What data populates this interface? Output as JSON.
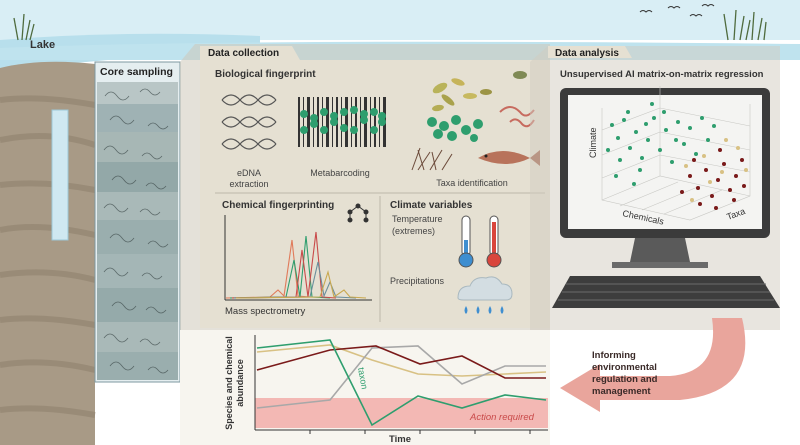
{
  "lake": {
    "label": "Lake"
  },
  "core": {
    "title": "Core sampling"
  },
  "collection": {
    "tab": "Data collection",
    "bio_title": "Biological fingerprint",
    "edna_line1": "eDNA",
    "edna_line2": "extraction",
    "metabarcoding": "Metabarcoding",
    "taxa_id": "Taxa identification",
    "chem_title": "Chemical fingerprinting",
    "mass_spec": "Mass spectrometry",
    "climate_title": "Climate variables",
    "temp_line1": "Temperature",
    "temp_line2": "(extremes)",
    "precip": "Precipitations"
  },
  "analysis": {
    "tab": "Data analysis",
    "title": "Unsupervised AI matrix-on-matrix regression",
    "axis_climate": "Climate",
    "axis_chemicals": "Chemicals",
    "axis_taxa": "Taxa"
  },
  "informing": {
    "line1": "Informing",
    "line2": "environmental",
    "line3": "regulation and",
    "line4": "management"
  },
  "timeseries": {
    "ylabel_line1": "Species and chemical",
    "ylabel_line2": "abundance",
    "xlabel": "Time",
    "taxon_label": "taxon",
    "action_label": "Action required"
  },
  "colors": {
    "sky": "#d5ebf3",
    "water": "#bfe0ec",
    "panel": "#e6e1d3",
    "panel_dark": "#cbc6b8",
    "green": "#2e9e6e",
    "dark_red": "#7a1a1a",
    "tan": "#d8c184",
    "action_band": "#f3b8b4",
    "arrow": "#e8a39b"
  }
}
